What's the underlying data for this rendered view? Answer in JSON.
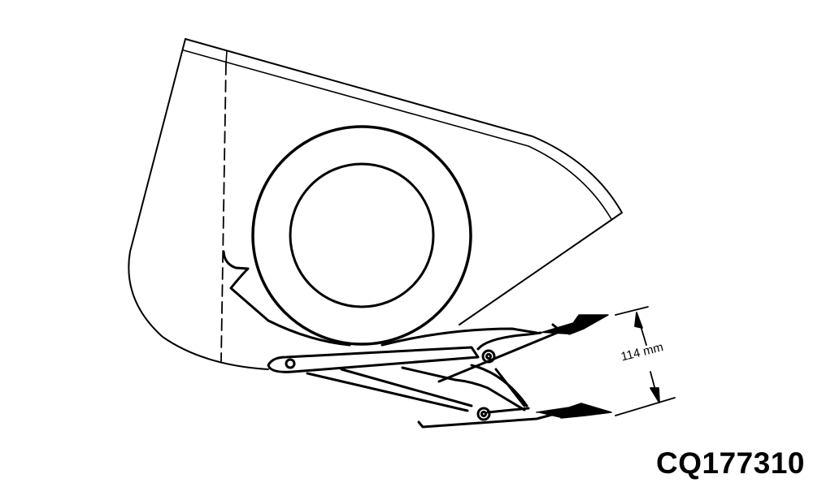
{
  "figure": {
    "id_label": "CQ177310",
    "dimension": {
      "value": "114 mm",
      "description": "vertical distance between upper and lower knife/shoe tips"
    },
    "colors": {
      "line": "#000000",
      "background": "#ffffff"
    },
    "elements": [
      "housing",
      "drum-outer-ring",
      "drum-inner-ring",
      "dashed-centerline",
      "upper-link-arm",
      "lower-link-arm",
      "upper-tip",
      "lower-tip",
      "dimension-arrow"
    ]
  }
}
